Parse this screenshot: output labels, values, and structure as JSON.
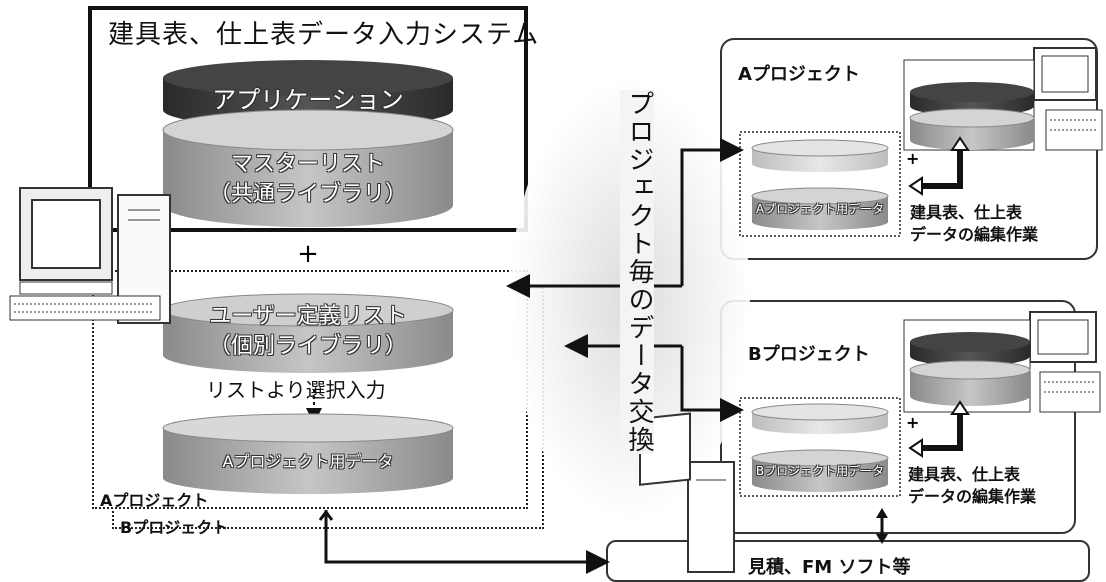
{
  "system": {
    "title": "建具表、仕上表データ入力システム",
    "app_layer": "アプリケーション",
    "master_line1": "マスターリスト",
    "master_line2": "（共通ライブラリ）"
  },
  "plus": "+",
  "user_lib": {
    "line1": "ユーザー定義リスト",
    "line2": "（個別ライブラリ）"
  },
  "select_input": "リストより選択入力",
  "a_project_data": "Aプロジェクト用データ",
  "a_project_label": "Aプロジェクト",
  "b_project_label": "Bプロジェクト",
  "exchange_text": "プロジェクト毎のデータ交換",
  "right": {
    "a_title": "Aプロジェクト",
    "a_data": "Aプロジェクト用データ",
    "b_title": "Bプロジェクト",
    "b_data": "Bプロジェクト用データ",
    "edit_line1": "建具表、仕上表",
    "edit_line2": "データの編集作業",
    "plus": "+"
  },
  "bottom": {
    "software": "見積、FM ソフト等"
  }
}
